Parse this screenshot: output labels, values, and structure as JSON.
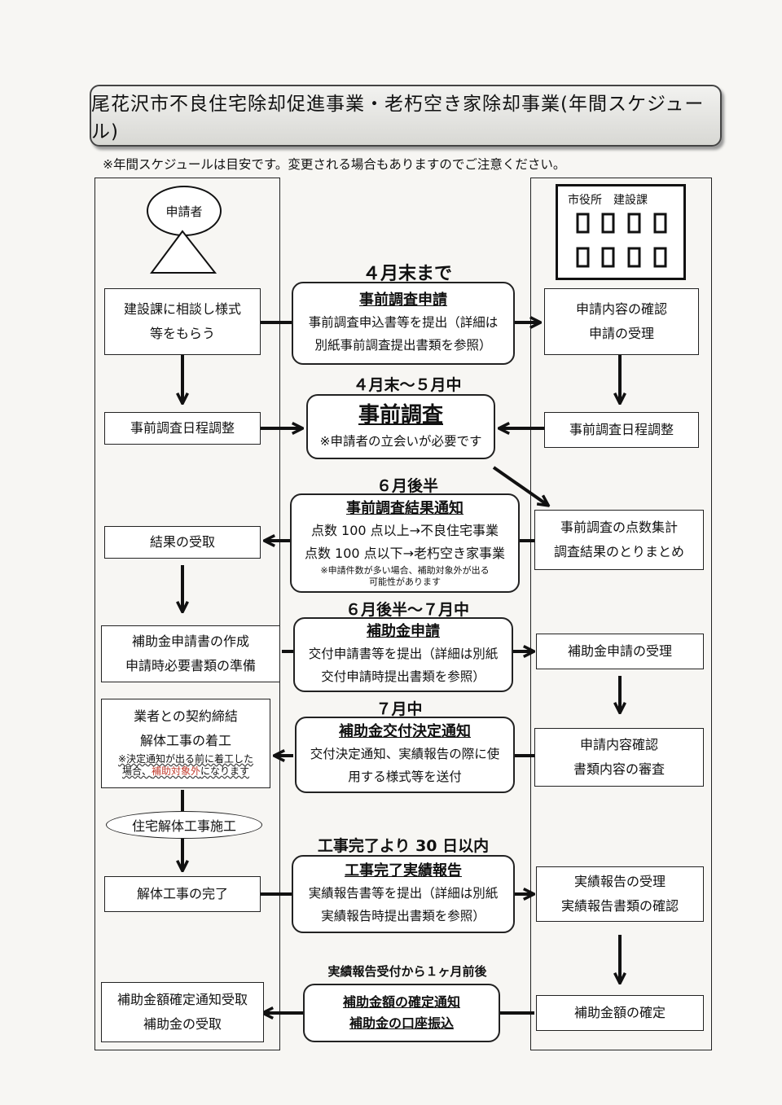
{
  "title": "尾花沢市不良住宅除却促進事業・老朽空き家除却事業(年間スケジュール)",
  "notice": "※年間スケジュールは目安です。変更される場合もありますのでご注意ください。",
  "applicant": {
    "label": "申請者"
  },
  "city_office": {
    "label": "市役所　建設課"
  },
  "left": {
    "consult": [
      "建設課に相談し様式",
      "等をもらう"
    ],
    "schedule": "事前調査日程調整",
    "receive_result": "結果の受取",
    "prepare": [
      "補助金申請書の作成",
      "申請時必要書類の準備"
    ],
    "contract": [
      "業者との契約締結",
      "解体工事の着工"
    ],
    "contract_note_1": "※決定通知が出る前に着工した",
    "contract_note_2a": "場合、",
    "contract_note_2b": "補助対象外",
    "contract_note_2c": "になります",
    "demolition_oval": "住宅解体工事施工",
    "complete": "解体工事の完了",
    "final": [
      "補助金額確定通知受取",
      "補助金の受取"
    ]
  },
  "center": [
    {
      "when": "４月末まで",
      "heading": "事前調査申請",
      "body": [
        "事前調査申込書等を提出（詳細は",
        "別紙事前調査提出書類を参照）"
      ]
    },
    {
      "when": "４月末～５月中",
      "heading": "事前調査",
      "body": [
        "※申請者の立会いが必要です"
      ]
    },
    {
      "when": "６月後半",
      "heading": "事前調査結果通知",
      "body": [
        "点数 100 点以上→不良住宅事業",
        "点数 100 点以下→老朽空き家事業"
      ],
      "small": [
        "※申請件数が多い場合、補助対象外が出る",
        "可能性があります"
      ]
    },
    {
      "when": "６月後半～７月中",
      "heading": "補助金申請",
      "body": [
        "交付申請書等を提出（詳細は別紙",
        "交付申請時提出書類を参照）"
      ]
    },
    {
      "when": "７月中",
      "heading": "補助金交付決定通知",
      "body": [
        "交付決定通知、実績報告の際に使",
        "用する様式等を送付"
      ]
    },
    {
      "when": "工事完了より 30 日以内",
      "heading": "工事完了実績報告",
      "body": [
        "実績報告書等を提出（詳細は別紙",
        "実績報告時提出書類を参照）"
      ]
    },
    {
      "when": "実績報告受付から１ヶ月前後",
      "heading": "補助金額の確定通知",
      "heading2": "補助金の口座振込"
    }
  ],
  "right": {
    "confirm": [
      "申請内容の確認",
      "申請の受理"
    ],
    "schedule": "事前調査日程調整",
    "tally": [
      "事前調査の点数集計",
      "調査結果のとりまとめ"
    ],
    "accept": "補助金申請の受理",
    "review": [
      "申請内容確認",
      "書類内容の審査"
    ],
    "report": [
      "実績報告の受理",
      "実績報告書類の確認"
    ],
    "final": "補助金額の確定"
  }
}
